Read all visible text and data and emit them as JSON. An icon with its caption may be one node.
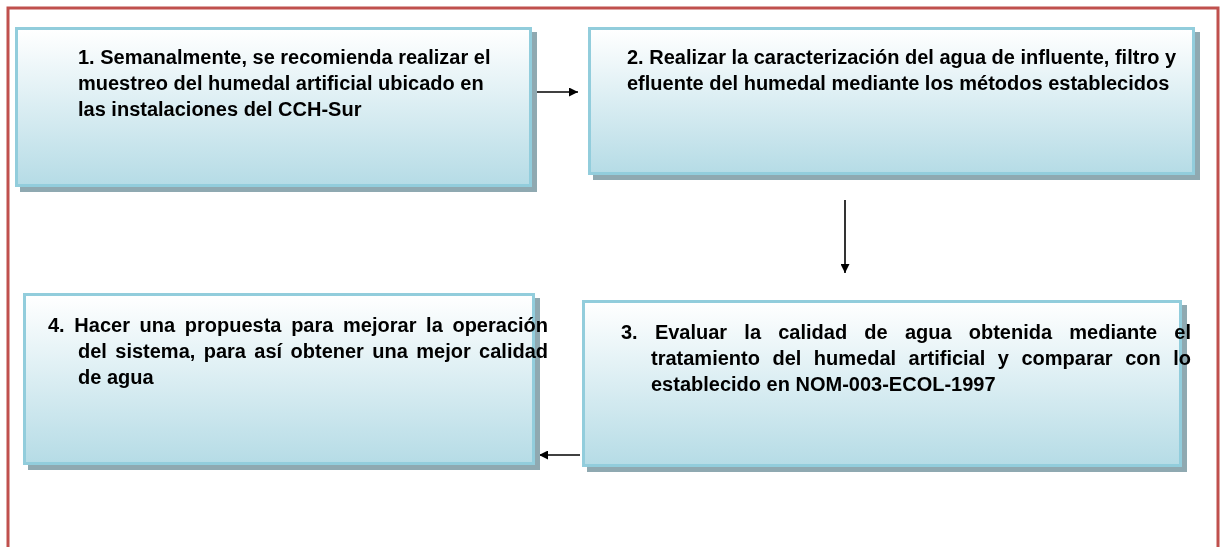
{
  "diagram": {
    "nodes": [
      {
        "text": [
          "1. Semanalmente, se recomienda realizar el muestreo del humedal artificial ubicado en las instalaciones del CCH-Sur"
        ]
      },
      {
        "text": [
          "2. Realizar la caracterización del agua de influente, filtro y efluente del humedal mediante los métodos establecidos"
        ]
      },
      {
        "text": [
          "3. Evaluar la calidad de agua obtenida mediante el tratamiento del humedal artificial y comparar con lo establecido en NOM-003-ECOL-1997"
        ]
      },
      {
        "text": [
          "4. Hacer una propuesta para mejorar la operación del sistema, para así obtener una mejor calidad de agua"
        ]
      }
    ],
    "edges": [
      {
        "from": 0,
        "to": 1,
        "arrow": "to"
      },
      {
        "from": 1,
        "to": 2,
        "arrow": "to"
      },
      {
        "from": 2,
        "to": 3,
        "arrow": "to"
      }
    ]
  }
}
